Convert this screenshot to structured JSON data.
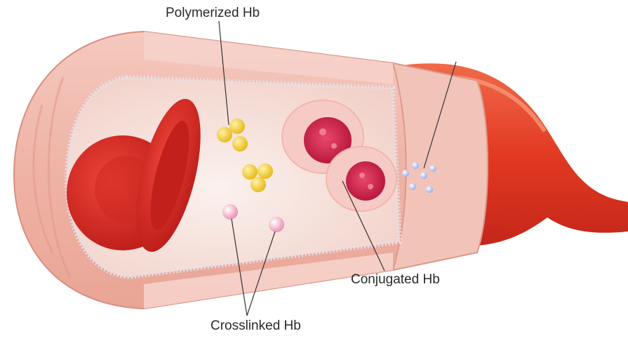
{
  "labels": {
    "polymerized": "Polymerized Hb",
    "conjugated": "Conjugated Hb",
    "crosslinked": "Crosslinked Hb"
  },
  "colors": {
    "vessel_wall": "#f1b9ad",
    "vessel_wall_dark": "#e79c8e",
    "lumen": "#f7e0da",
    "red_blood_cell": "#d9261f",
    "artery_tail": "#e23a22",
    "polymer_particle": "#f2c81c",
    "conjugate_shell": "#f6cbc6",
    "conjugate_core": "#d0214b",
    "crosslinked_particle": "#f3a6c2",
    "small_particle": "#b9c6f0",
    "leader_line": "#333333"
  }
}
